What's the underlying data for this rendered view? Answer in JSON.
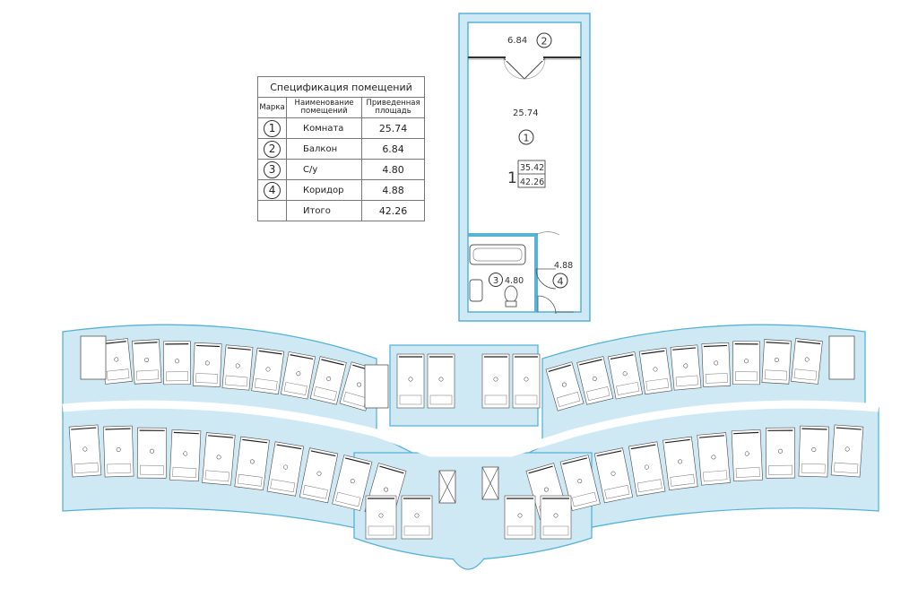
{
  "spec_table": {
    "title": "Спецификация помещений",
    "headers": {
      "mark": "Марка",
      "name": "Наименование помещений",
      "area": "Приведенная площадь"
    },
    "rows": [
      {
        "mark": "1",
        "name": "Комната",
        "area": "25.74"
      },
      {
        "mark": "2",
        "name": "Балкон",
        "area": "6.84"
      },
      {
        "mark": "3",
        "name": "С/у",
        "area": "4.80"
      },
      {
        "mark": "4",
        "name": "Коридор",
        "area": "4.88"
      }
    ],
    "total_label": "Итого",
    "total_value": "42.26"
  },
  "unit_plan": {
    "balcony_area": "6.84",
    "balcony_mark": "2",
    "room_area": "25.74",
    "room_mark": "1",
    "apartment_number": "1",
    "living_area": "35.42",
    "total_area": "42.26",
    "bath_area": "4.80",
    "bath_mark": "3",
    "hall_area": "4.88",
    "hall_mark": "4"
  },
  "colors": {
    "wall_fill": "#cfe9f4",
    "wall_stroke": "#55b3d6",
    "line": "#333333"
  }
}
